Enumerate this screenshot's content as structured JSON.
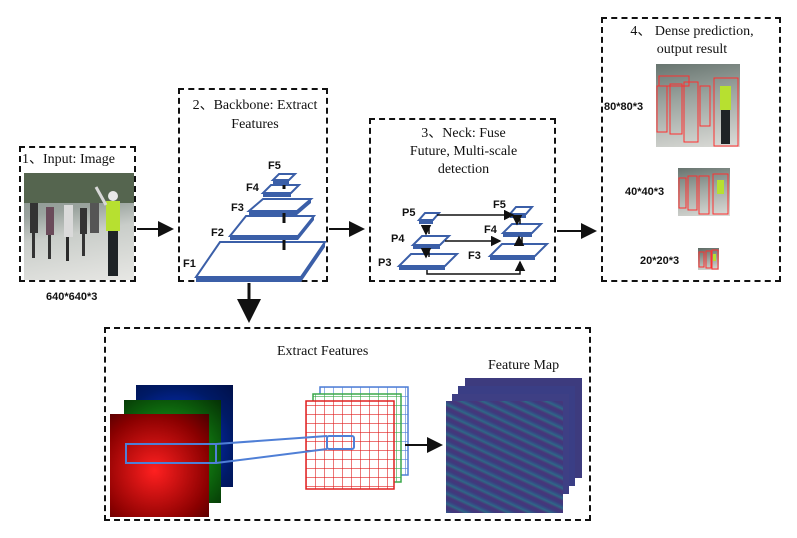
{
  "colors": {
    "layer_stroke": "#3b5fa8",
    "layer_fill": "#ffffff",
    "arrow": "#111111",
    "grid_red": "#e02020",
    "grid_green": "#3aa84a",
    "grid_blue": "#4f7fd6",
    "feature_map": "#3d3b7e",
    "detection_box": "#ff3030"
  },
  "input": {
    "title": "1、Input: Image",
    "size_label": "640*640*3"
  },
  "backbone": {
    "title_line1": "2、Backbone: Extract",
    "title_line2": "Features",
    "layers": [
      "F1",
      "F2",
      "F3",
      "F4",
      "F5"
    ]
  },
  "neck": {
    "title_line1": "3、Neck: Fuse",
    "title_line2": "Future, Multi-scale",
    "title_line3": "detection",
    "left_layers": [
      "P5",
      "P4",
      "P3"
    ],
    "right_layers": [
      "F5",
      "F4",
      "F3"
    ]
  },
  "dense": {
    "title_line1": "4、 Dense prediction,",
    "title_line2": "output result",
    "scales": [
      "80*80*3",
      "40*40*3",
      "20*20*3"
    ]
  },
  "extract": {
    "title": "Extract   Features",
    "feature_map_label": "Feature Map"
  }
}
